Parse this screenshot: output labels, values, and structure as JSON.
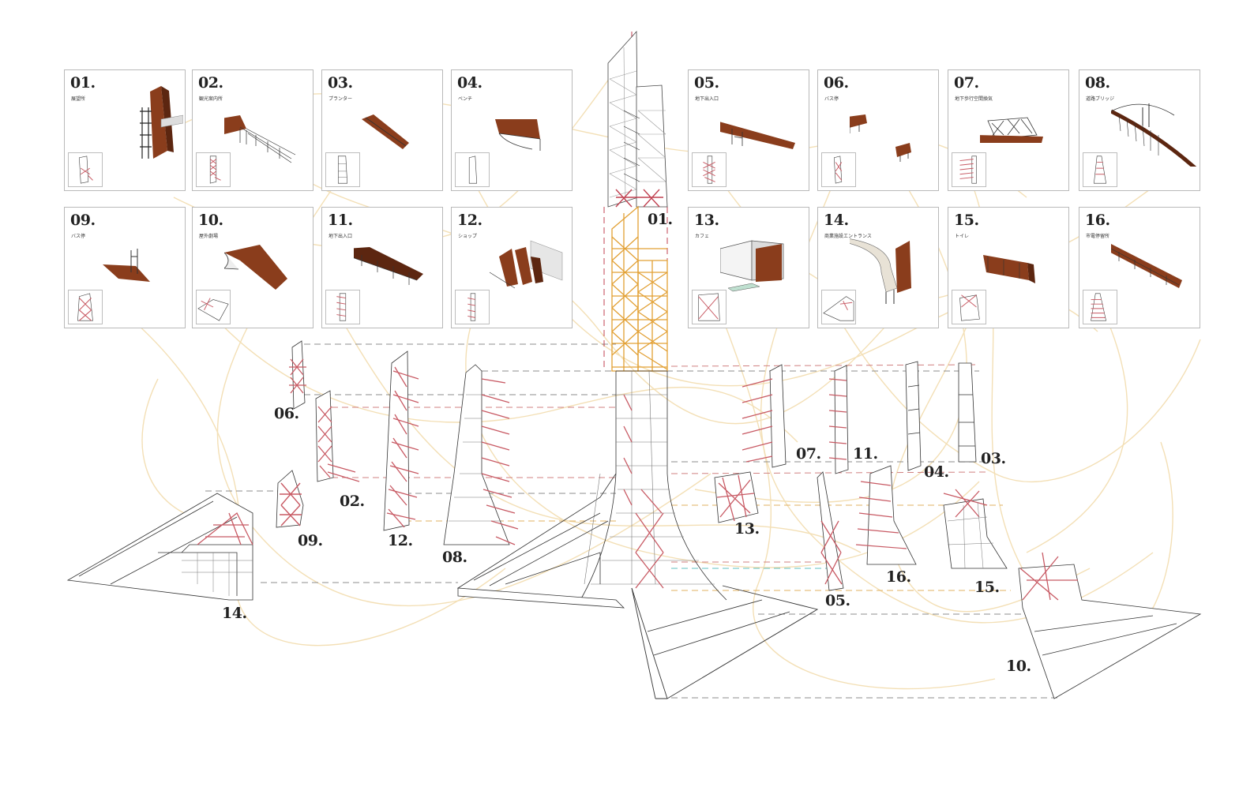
{
  "cards": [
    {
      "num": "01.",
      "name": "展望所"
    },
    {
      "num": "02.",
      "name": "観光案内所"
    },
    {
      "num": "03.",
      "name": "プランター"
    },
    {
      "num": "04.",
      "name": "ベンチ"
    },
    {
      "num": "05.",
      "name": "地下出入口"
    },
    {
      "num": "06.",
      "name": "バス停"
    },
    {
      "num": "07.",
      "name": "地下歩行空間換気"
    },
    {
      "num": "08.",
      "name": "道路ブリッジ"
    },
    {
      "num": "09.",
      "name": "バス停"
    },
    {
      "num": "10.",
      "name": "屋外劇場"
    },
    {
      "num": "11.",
      "name": "地下出入口"
    },
    {
      "num": "12.",
      "name": "ショップ"
    },
    {
      "num": "13.",
      "name": "カフェ"
    },
    {
      "num": "14.",
      "name": "商業施設エントランス"
    },
    {
      "num": "15.",
      "name": "トイレ"
    },
    {
      "num": "16.",
      "name": "市電停留所"
    }
  ],
  "labels": {
    "l01": "01.",
    "l02": "02.",
    "l03": "03.",
    "l04": "04.",
    "l05": "05.",
    "l06": "06.",
    "l07": "07.",
    "l08": "08.",
    "l09": "09.",
    "l10": "10.",
    "l11": "11.",
    "l12": "12.",
    "l13": "13.",
    "l14": "14.",
    "l15": "15.",
    "l16": "16."
  },
  "colors": {
    "steel": "#8a3d1c",
    "frame_red": "#c0616a",
    "frame_orange": "#e3a03a",
    "curve": "#f0d9a8",
    "line": "#333333"
  }
}
